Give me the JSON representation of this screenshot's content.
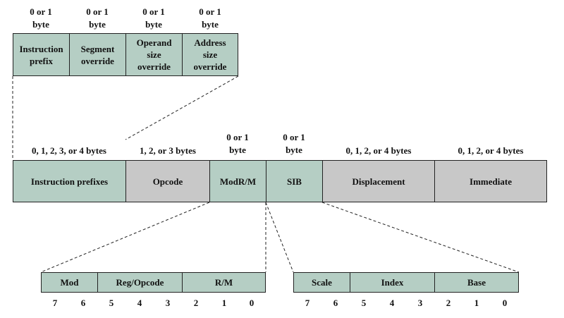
{
  "colors": {
    "green": "#b5cec4",
    "gray": "#c8c8c8"
  },
  "prefix_group": {
    "sizes": [
      "0 or 1\nbyte",
      "0 or 1\nbyte",
      "0 or 1\nbyte",
      "0 or 1\nbyte"
    ],
    "fields": [
      "Instruction\nprefix",
      "Segment\noverride",
      "Operand\nsize\noverride",
      "Address\nsize\noverride"
    ]
  },
  "instruction": {
    "sizes": [
      "0, 1, 2, 3, or 4 bytes",
      "1, 2, or 3 bytes",
      "0 or 1\nbyte",
      "0 or 1\nbyte",
      "0, 1, 2, or 4 bytes",
      "0, 1, 2, or 4 bytes"
    ],
    "fields": [
      "Instruction prefixes",
      "Opcode",
      "ModR/M",
      "SIB",
      "Displacement",
      "Immediate"
    ]
  },
  "modrm": {
    "fields": [
      "Mod",
      "Reg/Opcode",
      "R/M"
    ],
    "bits": [
      "7",
      "6",
      "5",
      "4",
      "3",
      "2",
      "1",
      "0"
    ]
  },
  "sib": {
    "fields": [
      "Scale",
      "Index",
      "Base"
    ],
    "bits": [
      "7",
      "6",
      "5",
      "4",
      "3",
      "2",
      "1",
      "0"
    ]
  }
}
